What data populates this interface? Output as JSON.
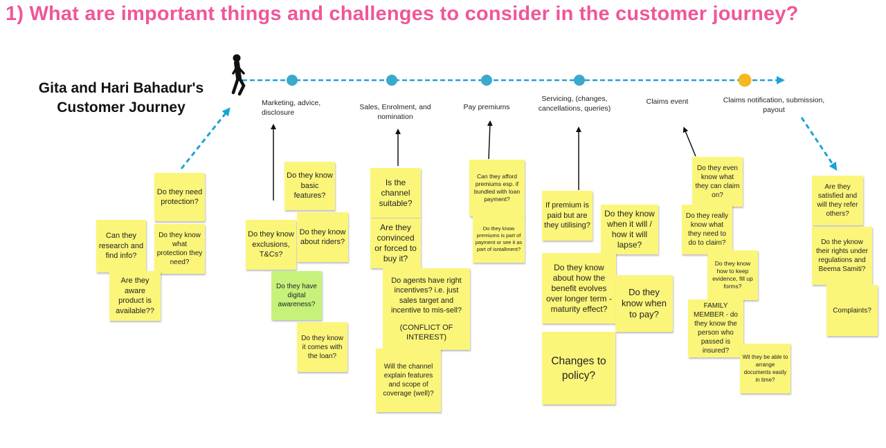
{
  "title": "1) What are important things and challenges to consider in the customer journey?",
  "journey_title": "Gita and Hari Bahadur's Customer Journey",
  "colors": {
    "title": "#f0569a",
    "timeline": "#1aa3d6",
    "stage_dot": "#3aa9cc",
    "claims_dot": "#f5b81e",
    "sticky_yellow": "#fbf67a",
    "sticky_green": "#c6f27b"
  },
  "icons": {
    "person": "walking-person-icon"
  },
  "stages": [
    {
      "label": "Marketing, advice, disclosure"
    },
    {
      "label": "Sales, Enrolment, and nomination"
    },
    {
      "label": "Pay premiums"
    },
    {
      "label": "Servicing, (changes, cancellations, queries)"
    },
    {
      "label": "Claims event"
    },
    {
      "label": "Claims notification, submission, payout"
    }
  ],
  "notes": {
    "research_info": "Can they research and find info?",
    "need_protection": "Do they need protection?",
    "know_protection": "Do they know what protection they need?",
    "aware_product": "Are they aware product is available??",
    "basic_features": "Do they know basic features?",
    "know_exclusions": "Do they know exclusions, T&Cs?",
    "know_riders": "Do they know about riders?",
    "digital_awareness": "Do they have digital awareness?",
    "comes_with_loan": "Do they know it comes with the loan?",
    "channel_suitable": "Is the channel suitable?",
    "convinced_forced": "Are they convinced or forced to buy it?",
    "agents_incentives": "Do agents have right incentives? i.e. just sales target and incentive to mis-sell?",
    "conflict_of_interest": "(CONFLICT OF INTEREST)",
    "channel_explain": "Will the channel explain features and scope of coverage (well)?",
    "afford_premiums": "Can they afford premiums esp. if bundled with loan payment?",
    "premiums_part_payment": "Do they know premiums is part of payment or see it as part of isntallment?",
    "paid_utilising": "If premium is paid but are they utilising?",
    "when_lapse": "Do they know when it will / how it will lapse?",
    "benefit_evolves": "Do they know about how the benefit evolves over longer term  -  maturity effect?",
    "when_to_pay": "Do they know when to pay?",
    "changes_policy": "Changes to policy?",
    "claim_on": "Do they even know what they can claim on?",
    "need_to_claim": "Do they really know what they need to do to claim?",
    "keep_evidence": "Do they know how to keep evidence, fill up forms?",
    "family_member": "FAMILY MEMBER - do they know the person who passed is insured?",
    "arrange_documents": "Wil they be able to arrange documents easily in time?",
    "satisfied_refer": "Are they satisfied and will they refer others?",
    "know_rights": "Do the yknow their rights under regulations and Beema Samiti?",
    "complaints": "Complaints?"
  }
}
